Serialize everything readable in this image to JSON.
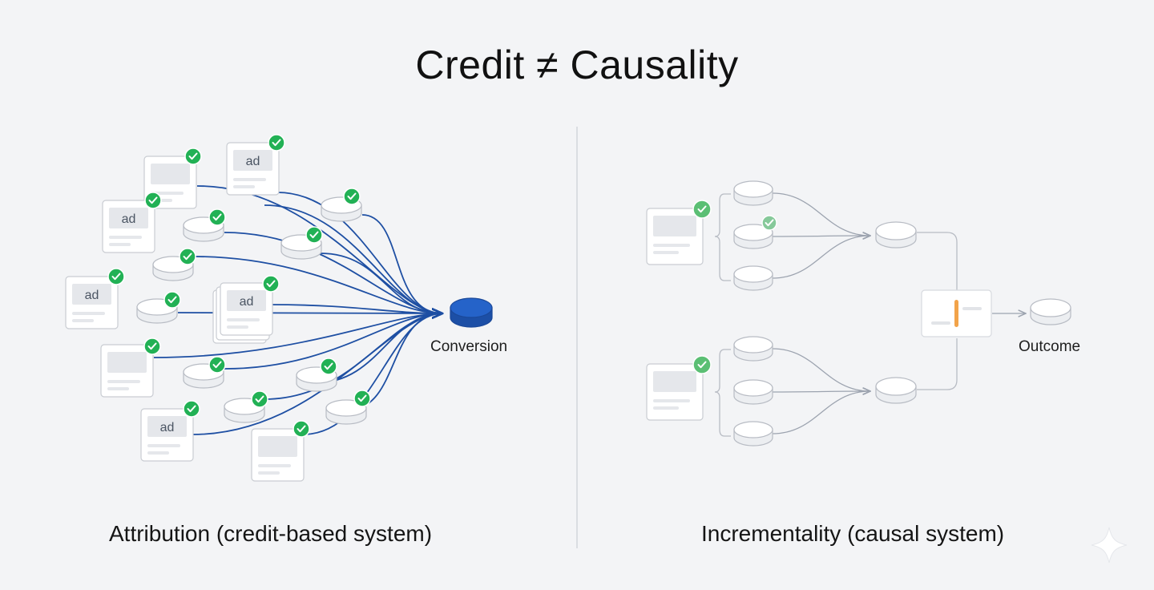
{
  "title": "Credit ≠ Causality",
  "left": {
    "caption": "Attribution (credit-based system)",
    "target_label": "Conversion",
    "ad_card_text": "ad"
  },
  "right": {
    "caption": "Incrementality (causal system)",
    "target_label": "Outcome"
  },
  "colors": {
    "background": "#f3f4f6",
    "attribution_line": "#1e4fa3",
    "conversion_node": "#2563c9",
    "check_badge": "#22b155",
    "causal_line": "#9ca3af",
    "marker": "#f2a34a"
  },
  "icons": [
    "check-icon",
    "ad-card-icon",
    "database-node-icon",
    "split-test-icon",
    "sparkle-icon"
  ]
}
